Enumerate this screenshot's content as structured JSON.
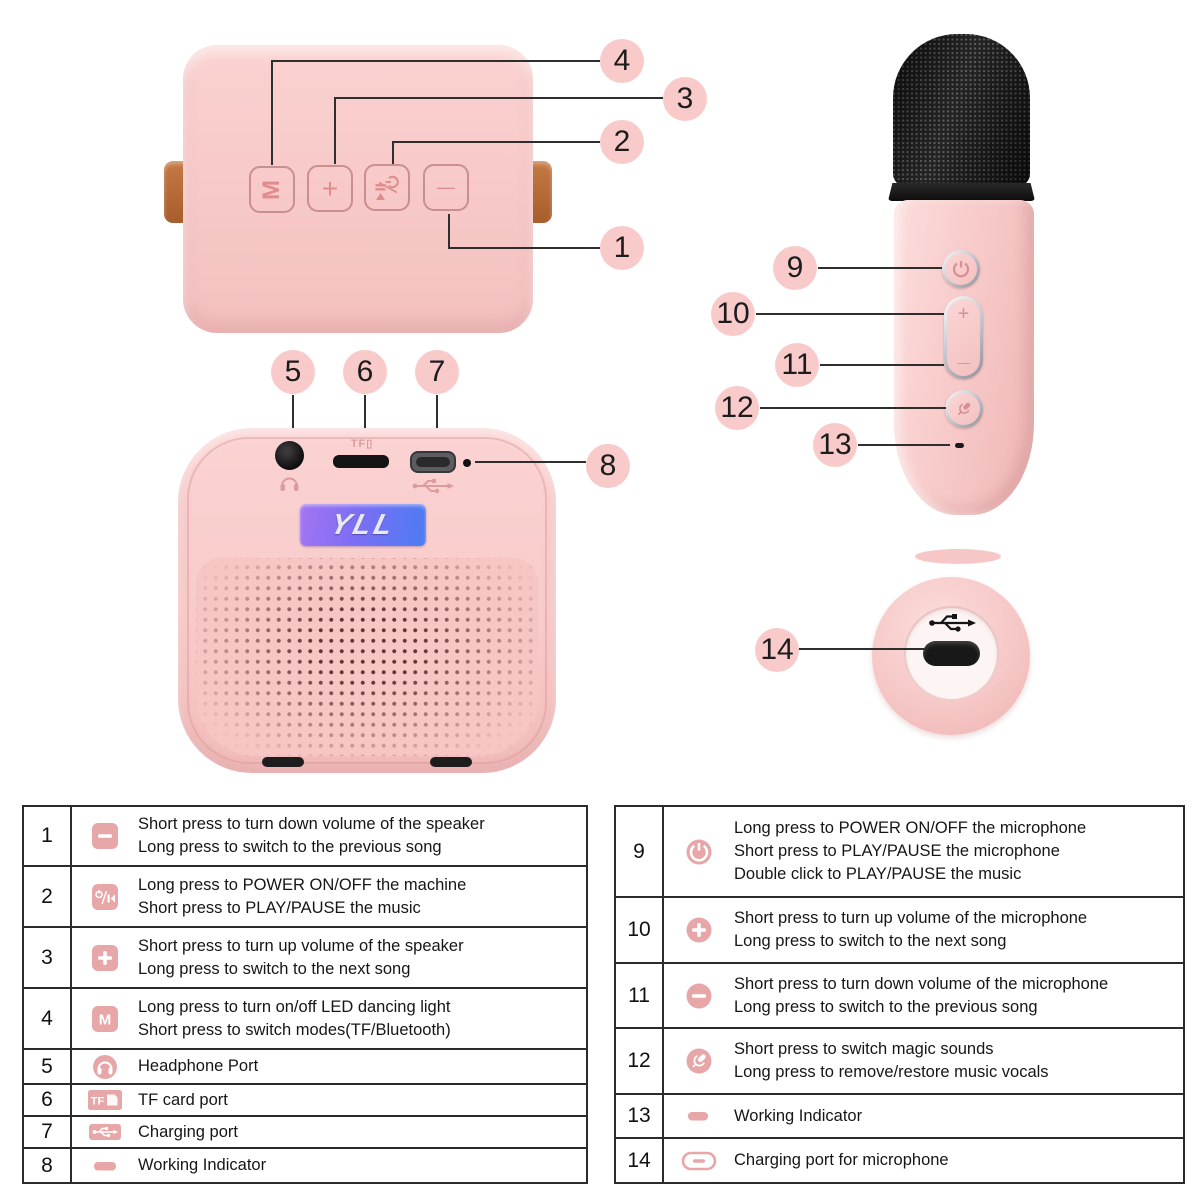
{
  "colors": {
    "body_pink": "#f8cbca",
    "callout_pink": "#f9caca",
    "icon_pink": "#e7a6a8",
    "button_glyph_pink": "#e18b8e",
    "badge_purple": "#a375f2",
    "badge_blue": "#4b7cf2",
    "strap_brown": "#b76b3c",
    "leader_line": "#2e2e2e",
    "table_border": "#2b2b2b"
  },
  "speaker_back": {
    "buttons": [
      {
        "name": "mode-button",
        "glyph": "M"
      },
      {
        "name": "volume-up-button",
        "glyph": "+"
      },
      {
        "name": "play-pause-power-button",
        "glyph": "▶❚❚/⏻"
      },
      {
        "name": "volume-down-button",
        "glyph": "—"
      }
    ]
  },
  "speaker_front": {
    "brand": "YLL",
    "tf_label": "TF"
  },
  "microphone": {
    "volume_up_glyph": "+",
    "volume_down_glyph": "—"
  },
  "callouts": {
    "c1": "1",
    "c2": "2",
    "c3": "3",
    "c4": "4",
    "c5": "5",
    "c6": "6",
    "c7": "7",
    "c8": "8",
    "c9": "9",
    "c10": "10",
    "c11": "11",
    "c12": "12",
    "c13": "13",
    "c14": "14"
  },
  "table_left": {
    "rows": [
      {
        "num": "1",
        "icon": "minus-square-icon",
        "lines": [
          "Short press to turn down volume of the speaker",
          "Long press to switch to the previous song"
        ]
      },
      {
        "num": "2",
        "icon": "power-playpause-square-icon",
        "lines": [
          "Long press to POWER ON/OFF the machine",
          "Short press to PLAY/PAUSE the music"
        ]
      },
      {
        "num": "3",
        "icon": "plus-square-icon",
        "lines": [
          "Short press to turn up volume of the speaker",
          "Long press to switch to the next song"
        ]
      },
      {
        "num": "4",
        "icon": "m-square-icon",
        "icon_label": "M",
        "lines": [
          "Long press to turn on/off LED dancing light",
          "Short press to switch modes(TF/Bluetooth)"
        ]
      },
      {
        "num": "5",
        "icon": "headphone-icon",
        "lines": [
          "Headphone Port"
        ]
      },
      {
        "num": "6",
        "icon": "tf-card-icon",
        "icon_label": "TF",
        "lines": [
          "TF card port"
        ]
      },
      {
        "num": "7",
        "icon": "usb-icon",
        "lines": [
          "Charging port"
        ]
      },
      {
        "num": "8",
        "icon": "working-indicator-icon",
        "lines": [
          "Working Indicator"
        ]
      }
    ]
  },
  "table_right": {
    "rows": [
      {
        "num": "9",
        "icon": "power-circle-icon",
        "lines": [
          "Long press to POWER ON/OFF the microphone",
          "Short press to PLAY/PAUSE the microphone",
          "Double click to PLAY/PAUSE the music"
        ]
      },
      {
        "num": "10",
        "icon": "plus-circle-icon",
        "lines": [
          "Short press to turn up volume of the microphone",
          "Long press to switch to the next song"
        ]
      },
      {
        "num": "11",
        "icon": "minus-circle-icon",
        "lines": [
          "Short press to turn down volume of the microphone",
          "Long press to switch to the previous song"
        ]
      },
      {
        "num": "12",
        "icon": "mic-circle-icon",
        "lines": [
          "Short press to switch magic sounds",
          "Long press to remove/restore music vocals"
        ]
      },
      {
        "num": "13",
        "icon": "working-indicator-icon",
        "lines": [
          "Working Indicator"
        ]
      },
      {
        "num": "14",
        "icon": "charging-pill-icon",
        "lines": [
          "Charging port for microphone"
        ]
      }
    ]
  }
}
